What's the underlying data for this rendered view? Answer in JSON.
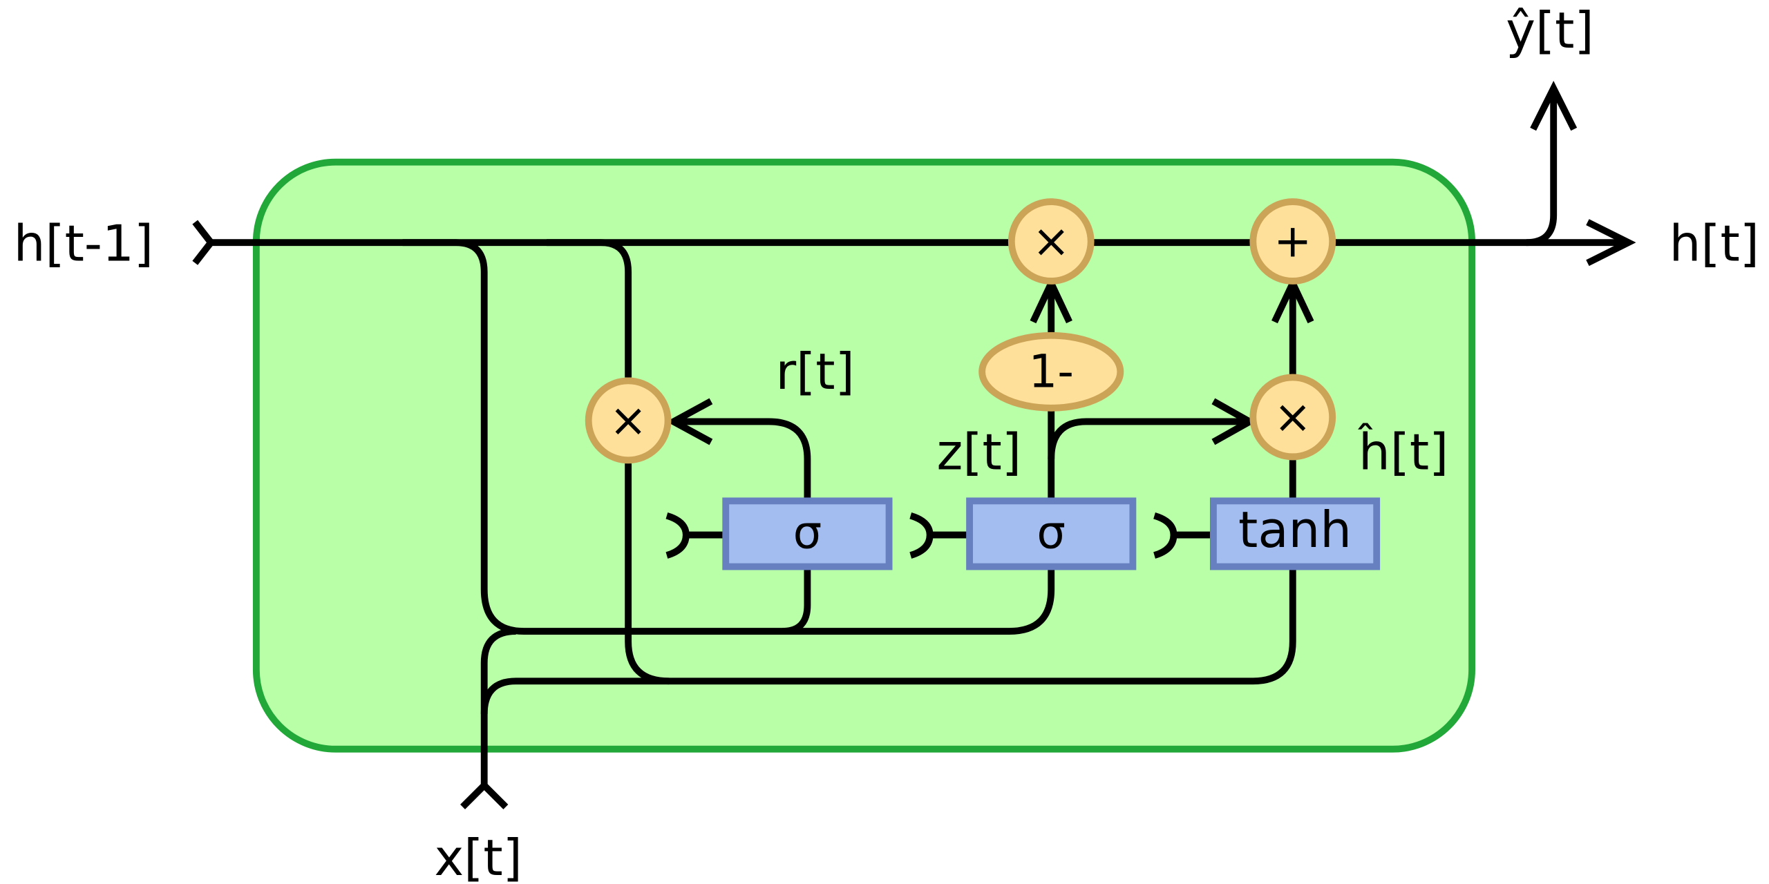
{
  "diagram": {
    "title": "GRU cell",
    "colors": {
      "cell_fill": "#b8ffa8",
      "cell_border": "#22a838",
      "op_fill": "#ffe09a",
      "op_border": "#cca457",
      "gate_fill": "#a4bdf0",
      "gate_border": "#6680c0",
      "wire": "#000000"
    },
    "labels": {
      "h_prev": "h[t-1]",
      "h_out": "h[t]",
      "y_out": "ŷ[t]",
      "x_in": "x[t]",
      "reset": "r[t]",
      "update": "z[t]",
      "candidate": "ĥ[t]"
    },
    "operators": {
      "reset_mul": "×",
      "update_mul": "×",
      "one_minus": "1-",
      "cand_mul": "×",
      "add": "+"
    },
    "gates": {
      "reset_gate": "σ",
      "update_gate": "σ",
      "candidate_gate": "tanh"
    }
  }
}
